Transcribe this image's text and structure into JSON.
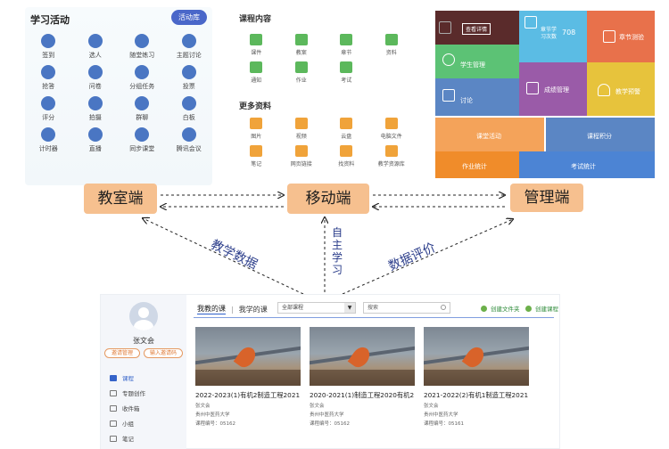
{
  "activities": {
    "title": "学习活动",
    "button": "活动库",
    "items": [
      {
        "label": "签到",
        "icon": "location-icon",
        "color": "#4a76c3"
      },
      {
        "label": "选人",
        "icon": "person-icon",
        "color": "#4a76c3"
      },
      {
        "label": "随堂练习",
        "icon": "exercise-icon",
        "color": "#4a76c3"
      },
      {
        "label": "主题讨论",
        "icon": "chat-bubble-icon",
        "color": "#4a76c3"
      },
      {
        "label": "抢答",
        "icon": "microphone-icon",
        "color": "#4a76c3"
      },
      {
        "label": "问卷",
        "icon": "question-icon",
        "color": "#4a76c3"
      },
      {
        "label": "分组任务",
        "icon": "checkbox-icon",
        "color": "#4a76c3"
      },
      {
        "label": "投票",
        "icon": "bar-chart-icon",
        "color": "#4a76c3"
      },
      {
        "label": "评分",
        "icon": "badge-icon",
        "color": "#4a76c3"
      },
      {
        "label": "拍摄",
        "icon": "camera-icon",
        "color": "#4a76c3"
      },
      {
        "label": "群聊",
        "icon": "group-chat-icon",
        "color": "#4a76c3"
      },
      {
        "label": "白板",
        "icon": "whiteboard-icon",
        "color": "#4a76c3"
      },
      {
        "label": "计时器",
        "icon": "timer-icon",
        "color": "#4a76c3"
      },
      {
        "label": "直播",
        "icon": "play-icon",
        "color": "#4a76c3"
      },
      {
        "label": "同步课堂",
        "icon": "video-icon",
        "color": "#4a76c3"
      },
      {
        "label": "腾讯会议",
        "icon": "meeting-icon",
        "color": "#4a76c3"
      }
    ]
  },
  "course_content": {
    "title": "课程内容",
    "items": [
      {
        "label": "课件",
        "icon": "ppt-icon",
        "color": "#5cb85c"
      },
      {
        "label": "教案",
        "icon": "doc-icon",
        "color": "#5cb85c"
      },
      {
        "label": "章节",
        "icon": "list-icon",
        "color": "#5cb85c"
      },
      {
        "label": "资料",
        "icon": "folder-icon",
        "color": "#5cb85c"
      },
      {
        "label": "通知",
        "icon": "speaker-icon",
        "color": "#5cb85c"
      },
      {
        "label": "作业",
        "icon": "edit-icon",
        "color": "#5cb85c"
      },
      {
        "label": "考试",
        "icon": "exam-icon",
        "color": "#5cb85c"
      }
    ],
    "more_title": "更多资料",
    "more_items": [
      {
        "label": "图片",
        "icon": "image-icon",
        "color": "#f0a33a"
      },
      {
        "label": "视频",
        "icon": "video-icon",
        "color": "#f0a33a"
      },
      {
        "label": "云盘",
        "icon": "cloud-icon",
        "color": "#f0a33a"
      },
      {
        "label": "电脑文件",
        "icon": "monitor-icon",
        "color": "#f0a33a"
      },
      {
        "label": "笔记",
        "icon": "note-icon",
        "color": "#f0a33a"
      },
      {
        "label": "网页链接",
        "icon": "link-icon",
        "color": "#f0a33a"
      },
      {
        "label": "找资料",
        "icon": "search-icon",
        "color": "#f0a33a"
      },
      {
        "label": "教学资源库",
        "icon": "library-icon",
        "color": "#f0a33a"
      }
    ]
  },
  "management": {
    "tiles": [
      {
        "label": "查看详情",
        "color": "#5a2b2b"
      },
      {
        "label": "章节学习次数",
        "value": "708",
        "color": "#5bbce4"
      },
      {
        "label": "章节测验",
        "color": "#e8714b"
      },
      {
        "label": "学生管理",
        "color": "#5cc275"
      },
      {
        "label": "讨论",
        "color": "#5b86c4"
      },
      {
        "label": "成绩管理",
        "color": "#9a5ba8"
      },
      {
        "label": "教学预警",
        "color": "#e7c33c"
      },
      {
        "label": "课堂活动",
        "color": "#f4a35a"
      },
      {
        "label": "课程积分",
        "color": "#5b86c4"
      },
      {
        "label": "作业统计",
        "color": "#f08c2a"
      },
      {
        "label": "考试统计",
        "color": "#4c84d4"
      }
    ]
  },
  "nodes": {
    "classroom": "教室端",
    "mobile": "移动端",
    "admin": "管理端"
  },
  "edge_labels": {
    "teaching_data": "教学数据",
    "self_study": "自主学习",
    "data_eval": "数据评价"
  },
  "web": {
    "user": "张文会",
    "btn_invite": "邀请管理",
    "btn_join": "输入邀请码",
    "sidebar": [
      {
        "label": "课程",
        "active": true
      },
      {
        "label": "专题创作",
        "active": false
      },
      {
        "label": "收件箱",
        "active": false
      },
      {
        "label": "小组",
        "active": false
      },
      {
        "label": "笔记",
        "active": false
      }
    ],
    "tab_teach": "我教的课",
    "tab_learn": "我学的课",
    "select_value": "全部课程",
    "search_placeholder": "搜索",
    "action_folder": "创建文件夹",
    "action_course": "创建课程",
    "cards": [
      {
        "title": "2022-2023(1)有机2制造工程2021",
        "teacher": "张文会",
        "school": "贵州中医药大学",
        "code": "课程编号：05162"
      },
      {
        "title": "2020-2021(1)制造工程2020有机2",
        "teacher": "张文会",
        "school": "贵州中医药大学",
        "code": "课程编号：05162"
      },
      {
        "title": "2021-2022(2)有机1制造工程2021",
        "teacher": "张文会",
        "school": "贵州中医药大学",
        "code": "课程编号：05161"
      }
    ]
  }
}
